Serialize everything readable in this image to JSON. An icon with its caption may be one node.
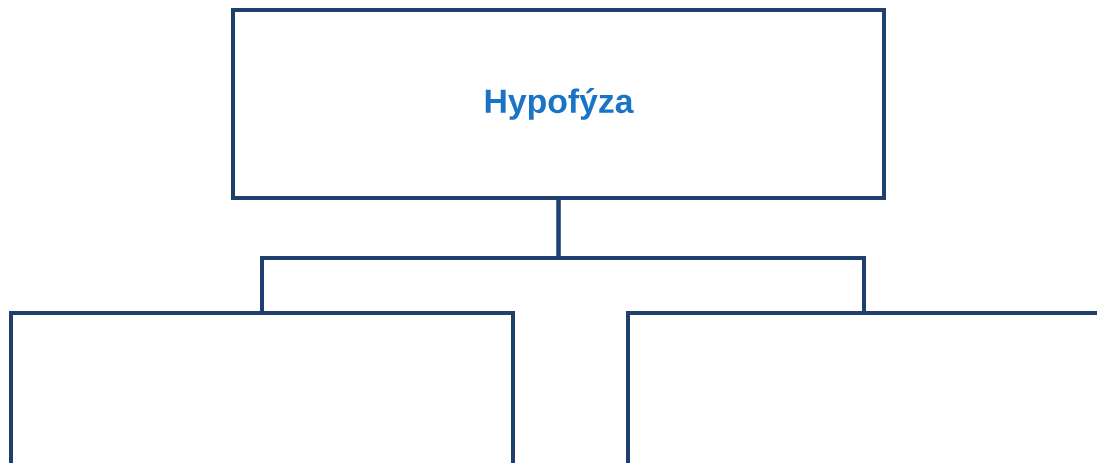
{
  "diagram": {
    "nodes": [
      {
        "text": [
          "Hypofýza"
        ]
      },
      {
        "text": [],
        "shape": "box"
      },
      {
        "text": [],
        "shape": "box"
      }
    ],
    "edges": [
      {
        "from": 0,
        "to": 1,
        "arrow": "none"
      },
      {
        "from": 0,
        "to": 2,
        "arrow": "none"
      }
    ]
  }
}
